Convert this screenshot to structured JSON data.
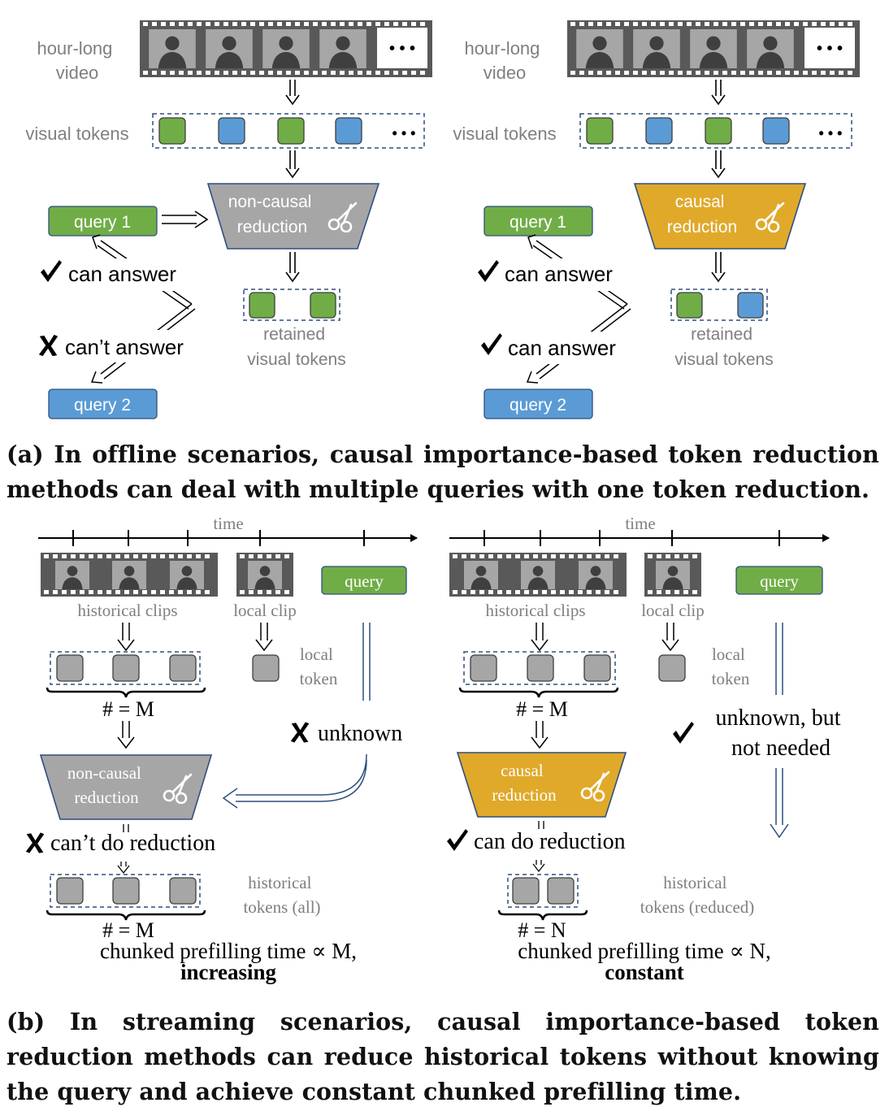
{
  "colors": {
    "green": "#70ad47",
    "blue": "#5b9bd5",
    "gray_token": "#a6a6a6",
    "gold": "#e0a92a",
    "gray_trap": "#a6a6a6",
    "film": "#595959"
  },
  "offline": {
    "video_label": "hour-long\nvideo",
    "video_ellipsis": "• • •",
    "tokens_label": "visual tokens",
    "tokens_ellipsis": "• • •",
    "left": {
      "reduction": "non-causal\nreduction",
      "query1": "query 1",
      "query2": "query 2",
      "answer1": "can answer",
      "answer2": "can’t answer",
      "retained": "retained\nvisual tokens"
    },
    "right": {
      "reduction": "causal\nreduction",
      "query1": "query 1",
      "query2": "query 2",
      "answer1": "can answer",
      "answer2": "can answer",
      "retained": "retained\nvisual tokens"
    }
  },
  "caption_a": "(a) In offline scenarios, causal importance-based token reduction methods can deal with multiple queries with one token reduction.",
  "streaming": {
    "time": "time",
    "historical_clips": "historical clips",
    "local_clip": "local clip",
    "query": "query",
    "local_token": "local\ntoken",
    "count_M": "# = M",
    "left": {
      "unknown": "unknown",
      "reduction": "non-causal\nreduction",
      "status": "can’t do reduction",
      "historical": "historical\ntokens (all)",
      "count": "# = M",
      "time_text": "chunked prefilling time ∝ M,",
      "trend": "increasing"
    },
    "right": {
      "unknown": "unknown, but\nnot needed",
      "reduction": "causal\nreduction",
      "status": "can do reduction",
      "historical": "historical\ntokens (reduced)",
      "count": "# = N",
      "time_text": "chunked prefilling time ∝ N,",
      "trend": "constant"
    }
  },
  "caption_b": "(b) In streaming scenarios, causal importance-based token reduction methods can reduce historical tokens without knowing the query and achieve constant chunked prefilling time."
}
